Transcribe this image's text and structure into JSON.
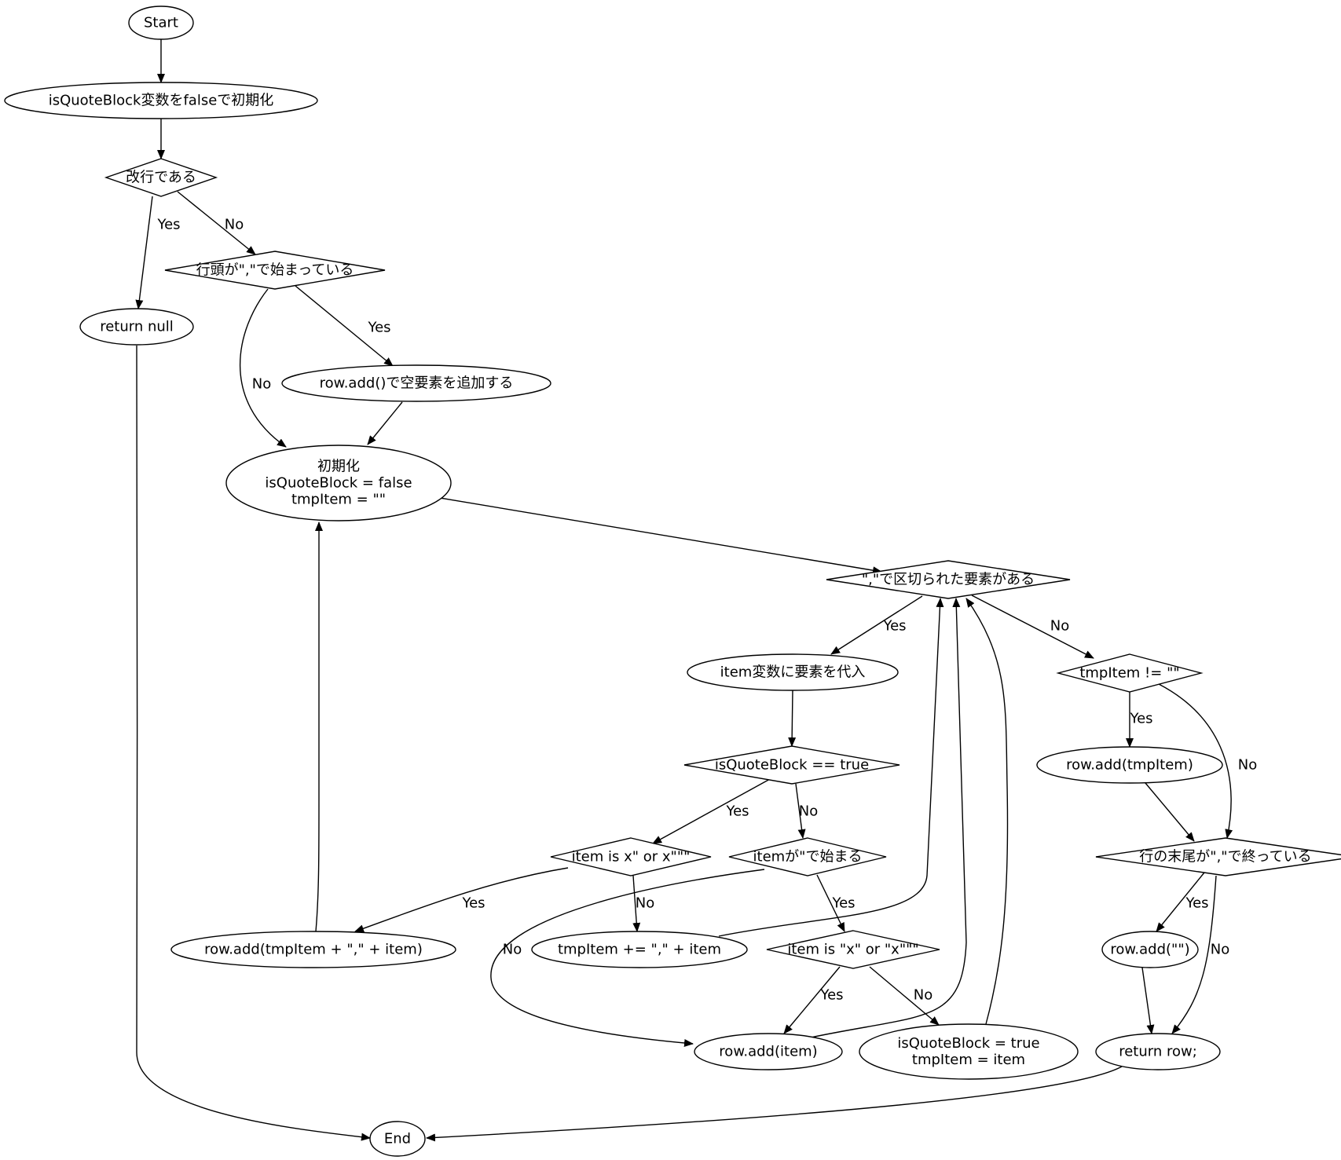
{
  "nodes": [
    {
      "id": "start",
      "shape": "ellipse",
      "lines": [
        "Start"
      ]
    },
    {
      "id": "init-flag",
      "shape": "ellipse",
      "lines": [
        "isQuoteBlock変数をfalseで初期化"
      ]
    },
    {
      "id": "is-newline",
      "shape": "diamond",
      "lines": [
        "改行である"
      ]
    },
    {
      "id": "line-starts-comma",
      "shape": "diamond",
      "lines": [
        "行頭が\",\"で始まっている"
      ]
    },
    {
      "id": "return-null",
      "shape": "ellipse",
      "lines": [
        "return null"
      ]
    },
    {
      "id": "add-empty",
      "shape": "ellipse",
      "lines": [
        "row.add()で空要素を追加する"
      ]
    },
    {
      "id": "init-vars",
      "shape": "ellipse",
      "lines": [
        "初期化",
        "isQuoteBlock = false",
        "tmpItem = \"\""
      ]
    },
    {
      "id": "has-element",
      "shape": "diamond",
      "lines": [
        "\",\"で区切られた要素がある"
      ]
    },
    {
      "id": "assign-item",
      "shape": "ellipse",
      "lines": [
        "item変数に要素を代入"
      ]
    },
    {
      "id": "tmpitem-nonempty",
      "shape": "diamond",
      "lines": [
        "tmpItem != \"\""
      ]
    },
    {
      "id": "is-quote-block",
      "shape": "diamond",
      "lines": [
        "isQuoteBlock == true"
      ]
    },
    {
      "id": "add-tmpitem",
      "shape": "ellipse",
      "lines": [
        "row.add(tmpItem)"
      ]
    },
    {
      "id": "item-ends-quote",
      "shape": "diamond",
      "lines": [
        "item is x\" or x\"\"\""
      ]
    },
    {
      "id": "item-starts-quote",
      "shape": "diamond",
      "lines": [
        "itemが\"で始まる"
      ]
    },
    {
      "id": "line-ends-comma",
      "shape": "diamond",
      "lines": [
        "行の末尾が\",\"で終っている"
      ]
    },
    {
      "id": "add-tmpitem-item",
      "shape": "ellipse",
      "lines": [
        "row.add(tmpItem + \",\" + item)"
      ]
    },
    {
      "id": "append-tmpitem",
      "shape": "ellipse",
      "lines": [
        "tmpItem += \",\" + item"
      ]
    },
    {
      "id": "item-quoted",
      "shape": "diamond",
      "lines": [
        "item is \"x\" or \"x\"\"\""
      ]
    },
    {
      "id": "add-empty-string",
      "shape": "ellipse",
      "lines": [
        "row.add(\"\")"
      ]
    },
    {
      "id": "add-item",
      "shape": "ellipse",
      "lines": [
        "row.add(item)"
      ]
    },
    {
      "id": "set-quote-block",
      "shape": "ellipse",
      "lines": [
        "isQuoteBlock = true",
        "tmpItem = item"
      ]
    },
    {
      "id": "return-row",
      "shape": "ellipse",
      "lines": [
        "return row;"
      ]
    },
    {
      "id": "end",
      "shape": "ellipse",
      "lines": [
        "End"
      ]
    }
  ],
  "edges": [
    {
      "from": "start",
      "to": "init-flag",
      "label": ""
    },
    {
      "from": "init-flag",
      "to": "is-newline",
      "label": ""
    },
    {
      "from": "is-newline",
      "to": "return-null",
      "label": "Yes"
    },
    {
      "from": "is-newline",
      "to": "line-starts-comma",
      "label": "No"
    },
    {
      "from": "line-starts-comma",
      "to": "add-empty",
      "label": "Yes"
    },
    {
      "from": "line-starts-comma",
      "to": "init-vars",
      "label": "No"
    },
    {
      "from": "add-empty",
      "to": "init-vars",
      "label": ""
    },
    {
      "from": "return-null",
      "to": "end",
      "label": ""
    },
    {
      "from": "init-vars",
      "to": "has-element",
      "label": ""
    },
    {
      "from": "has-element",
      "to": "assign-item",
      "label": "Yes"
    },
    {
      "from": "has-element",
      "to": "tmpitem-nonempty",
      "label": "No"
    },
    {
      "from": "assign-item",
      "to": "is-quote-block",
      "label": ""
    },
    {
      "from": "is-quote-block",
      "to": "item-ends-quote",
      "label": "Yes"
    },
    {
      "from": "is-quote-block",
      "to": "item-starts-quote",
      "label": "No"
    },
    {
      "from": "item-ends-quote",
      "to": "add-tmpitem-item",
      "label": "Yes"
    },
    {
      "from": "item-ends-quote",
      "to": "append-tmpitem",
      "label": "No"
    },
    {
      "from": "item-starts-quote",
      "to": "item-quoted",
      "label": "Yes"
    },
    {
      "from": "item-starts-quote",
      "to": "add-item",
      "label": "No"
    },
    {
      "from": "item-quoted",
      "to": "add-item",
      "label": "Yes"
    },
    {
      "from": "item-quoted",
      "to": "set-quote-block",
      "label": "No"
    },
    {
      "from": "add-tmpitem-item",
      "to": "init-vars",
      "label": ""
    },
    {
      "from": "append-tmpitem",
      "to": "has-element",
      "label": ""
    },
    {
      "from": "add-item",
      "to": "has-element",
      "label": ""
    },
    {
      "from": "set-quote-block",
      "to": "has-element",
      "label": ""
    },
    {
      "from": "tmpitem-nonempty",
      "to": "add-tmpitem",
      "label": "Yes"
    },
    {
      "from": "tmpitem-nonempty",
      "to": "line-ends-comma",
      "label": "No"
    },
    {
      "from": "add-tmpitem",
      "to": "line-ends-comma",
      "label": ""
    },
    {
      "from": "line-ends-comma",
      "to": "add-empty-string",
      "label": "Yes"
    },
    {
      "from": "line-ends-comma",
      "to": "return-row",
      "label": "No"
    },
    {
      "from": "add-empty-string",
      "to": "return-row",
      "label": ""
    },
    {
      "from": "return-row",
      "to": "end",
      "label": ""
    }
  ]
}
